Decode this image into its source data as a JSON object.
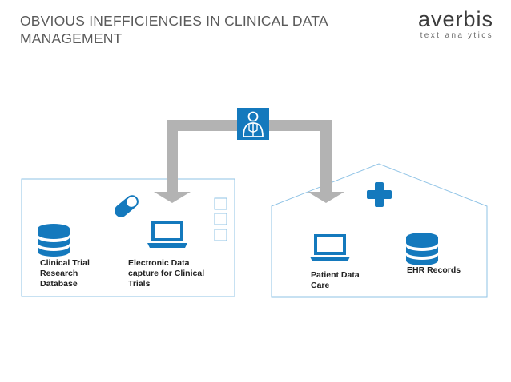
{
  "slide": {
    "title": "OBVIOUS INEFFICIENCIES IN CLINICAL DATA MANAGEMENT"
  },
  "logo": {
    "wordmark": "averbis",
    "tagline": "text analytics"
  },
  "research_panel": {
    "items": [
      {
        "label_lines": [
          "Clinical Trial",
          "Research",
          "Database"
        ],
        "icon": "database-icon"
      },
      {
        "label_lines": [
          "Electronic Data",
          "capture for Clinical",
          "Trials"
        ],
        "icon": "laptop-icon"
      }
    ],
    "decor_icons": [
      "pill-icon",
      "checkbox-icon"
    ]
  },
  "care_panel": {
    "items": [
      {
        "label_lines": [
          "Patient Data",
          "Care"
        ],
        "icon": "laptop-icon"
      },
      {
        "label_lines": [
          "EHR Records"
        ],
        "icon": "database-icon"
      }
    ],
    "decor_icons": [
      "medical-cross-icon"
    ]
  },
  "center": {
    "icon": "doctor-icon"
  },
  "colors": {
    "accent_blue": "#1479bd",
    "arrow_gray": "#b3b3b3",
    "panel_border": "#8fc3e6"
  }
}
